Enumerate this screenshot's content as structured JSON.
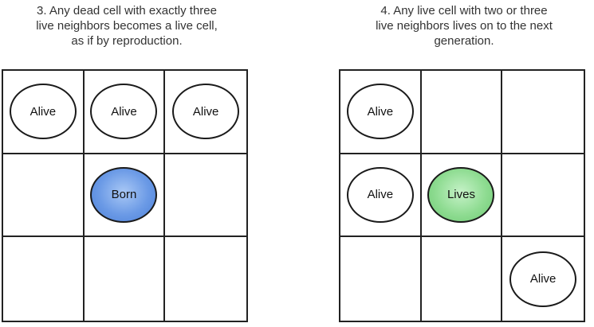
{
  "panels": [
    {
      "caption_lines": [
        "3. Any dead cell with exactly three",
        "live neighbors becomes a live cell,",
        "as if by reproduction."
      ],
      "cells": [
        "Alive",
        "Alive",
        "Alive",
        "",
        "Born",
        "",
        "",
        "",
        ""
      ],
      "states": [
        "alive",
        "alive",
        "alive",
        "dead",
        "born",
        "dead",
        "dead",
        "dead",
        "dead"
      ]
    },
    {
      "caption_lines": [
        "4. Any live cell with two or three",
        "live neighbors lives on to the next",
        "generation."
      ],
      "cells": [
        "Alive",
        "",
        "",
        "Alive",
        "Lives",
        "",
        "",
        "",
        "Alive"
      ],
      "states": [
        "alive",
        "dead",
        "dead",
        "alive",
        "lives",
        "dead",
        "dead",
        "dead",
        "alive"
      ]
    }
  ],
  "colors": {
    "born_fill": "#6b9ae6",
    "lives_fill": "#8fdc92",
    "alive_fill": "#ffffff",
    "grid_line": "#222222"
  }
}
